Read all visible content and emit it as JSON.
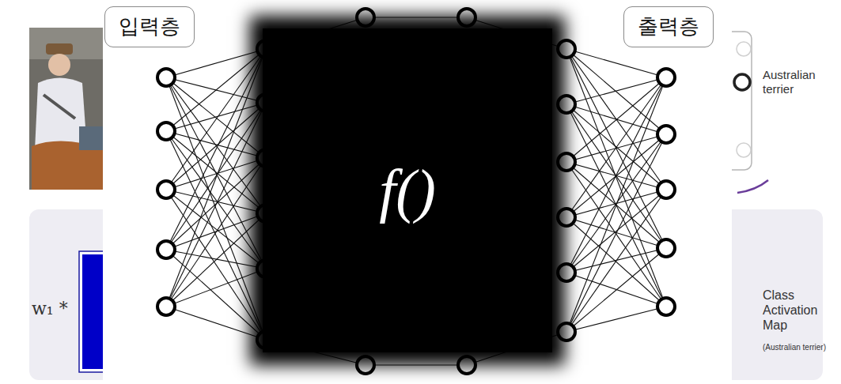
{
  "diagram": {
    "nodes": [
      {
        "text": [
          "입력층"
        ]
      },
      {
        "text": [
          "f()"
        ]
      },
      {
        "text": [
          "출력층"
        ]
      }
    ],
    "labels": [
      "Australian terrier",
      "w₁ *",
      "Class Activation Map",
      "(Australian terrier)"
    ]
  }
}
